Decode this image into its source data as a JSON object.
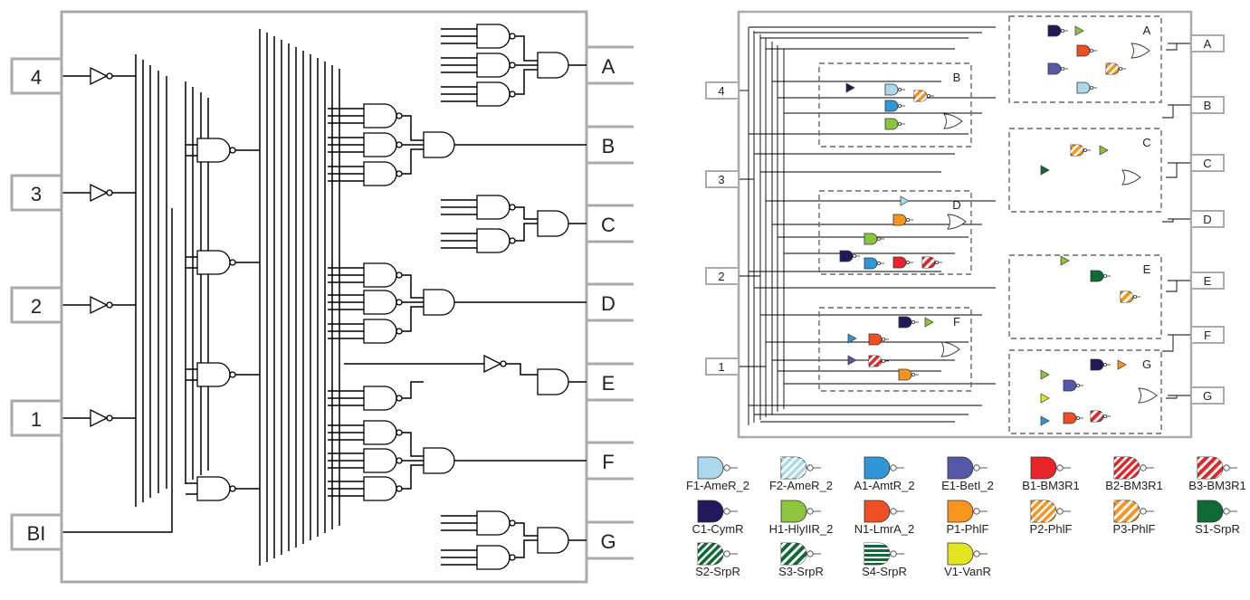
{
  "left_circuit": {
    "inputs": [
      "4",
      "3",
      "2",
      "1",
      "BI"
    ],
    "outputs": [
      "A",
      "B",
      "C",
      "D",
      "E",
      "F",
      "G"
    ]
  },
  "right_circuit": {
    "inputs": [
      "4",
      "3",
      "2",
      "1"
    ],
    "outputs": [
      "A",
      "B",
      "C",
      "D",
      "E",
      "F",
      "G"
    ],
    "modules": [
      "A",
      "B",
      "C",
      "D",
      "E",
      "F",
      "G"
    ]
  },
  "legend": [
    {
      "label": "F1-AmeR_2",
      "color": "#a9d9ea",
      "pattern": "solid"
    },
    {
      "label": "F2-AmeR_2",
      "color": "#a9d9ea",
      "pattern": "stripes"
    },
    {
      "label": "A1-AmtR_2",
      "color": "#2f97d8",
      "pattern": "solid"
    },
    {
      "label": "E1-BetI_2",
      "color": "#5558a8",
      "pattern": "solid"
    },
    {
      "label": "B1-BM3R1",
      "color": "#e8242a",
      "pattern": "solid"
    },
    {
      "label": "B2-BM3R1",
      "color": "#e8242a",
      "pattern": "stripes"
    },
    {
      "label": "B3-BM3R1",
      "color": "#e8242a",
      "pattern": "stripes2"
    },
    {
      "label": "C1-CymR",
      "color": "#1e1a5c",
      "pattern": "solid"
    },
    {
      "label": "H1-HlyIIR_2",
      "color": "#8cc43c",
      "pattern": "solid"
    },
    {
      "label": "N1-LmrA_2",
      "color": "#f04e23",
      "pattern": "solid"
    },
    {
      "label": "P1-PhlF",
      "color": "#f7941d",
      "pattern": "solid"
    },
    {
      "label": "P2-PhlF",
      "color": "#f7941d",
      "pattern": "stripes"
    },
    {
      "label": "P3-PhlF",
      "color": "#f7941d",
      "pattern": "stripes2"
    },
    {
      "label": "S1-SrpR",
      "color": "#0e6b35",
      "pattern": "solid"
    },
    {
      "label": "S2-SrpR",
      "color": "#0e6b35",
      "pattern": "stripes"
    },
    {
      "label": "S3-SrpR",
      "color": "#0e6b35",
      "pattern": "stripes2"
    },
    {
      "label": "S4-SrpR",
      "color": "#0e6b35",
      "pattern": "stripes3"
    },
    {
      "label": "V1-VanR",
      "color": "#e3e31f",
      "pattern": "solid"
    }
  ]
}
